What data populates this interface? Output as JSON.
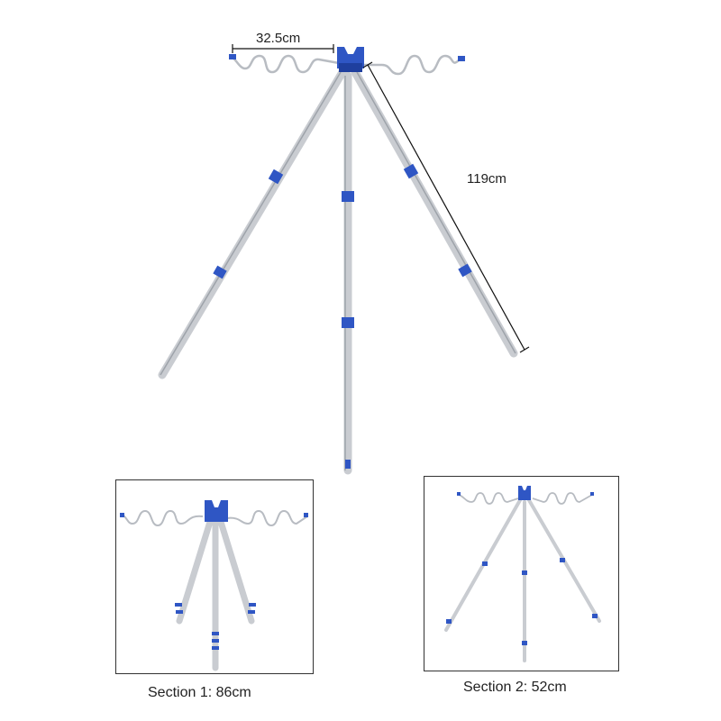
{
  "colors": {
    "accent": "#2f56c4",
    "leg": "#c9ccd1",
    "leg_shadow": "#9ea3aa",
    "hook": "#b8bcc2",
    "dimension_line": "#111111"
  },
  "main_product": {
    "width_label": "32.5cm",
    "length_label": "119cm"
  },
  "panels": [
    {
      "caption": "Section 1: 86cm"
    },
    {
      "caption": "Section 2: 52cm"
    }
  ]
}
